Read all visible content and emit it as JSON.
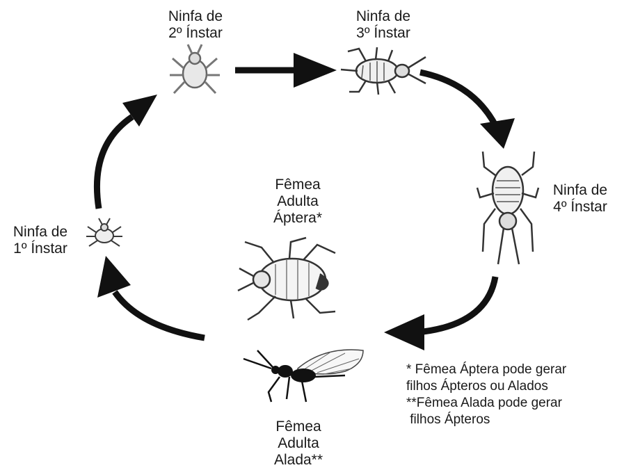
{
  "stages": {
    "nymph1": {
      "line1": "Ninfa de",
      "line2": "1º Ínstar"
    },
    "nymph2": {
      "line1": "Ninfa de",
      "line2": "2º Ínstar"
    },
    "nymph3": {
      "line1": "Ninfa de",
      "line2": "3º Ínstar"
    },
    "nymph4": {
      "line1": "Ninfa de",
      "line2": "4º Ínstar"
    },
    "apterous_female": {
      "line1": "Fêmea",
      "line2": "Adulta",
      "line3": "Áptera*"
    },
    "winged_female": {
      "line1": "Fêmea",
      "line2": "Adulta",
      "line3": "Alada**"
    }
  },
  "notes": [
    "* Fêmea Áptera pode gerar",
    "filhos Ápteros ou Alados",
    "**Fêmea Alada pode gerar",
    " filhos Ápteros"
  ],
  "colors": {
    "arrow": "#111111",
    "ink": "#1a1a1a",
    "insect": "#3a3a3a"
  }
}
